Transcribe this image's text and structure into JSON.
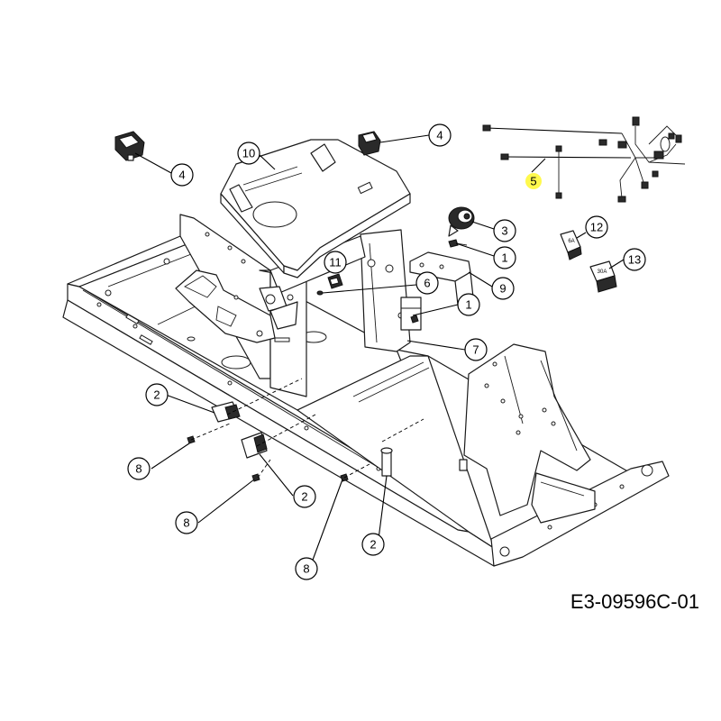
{
  "drawing_code": "E3-09596C-01",
  "callouts": {
    "c1": "1",
    "c2": "2",
    "c3": "3",
    "c4": "4",
    "c5": "5",
    "c6": "6",
    "c7": "7",
    "c8": "8",
    "c9": "9",
    "c10": "10",
    "c11": "11",
    "c12": "12",
    "c13": "13"
  },
  "fuse_labels": {
    "fuse_12": "6A",
    "fuse_13": "30A"
  },
  "colors": {
    "line": "#000000",
    "highlight": "#fff94d"
  }
}
